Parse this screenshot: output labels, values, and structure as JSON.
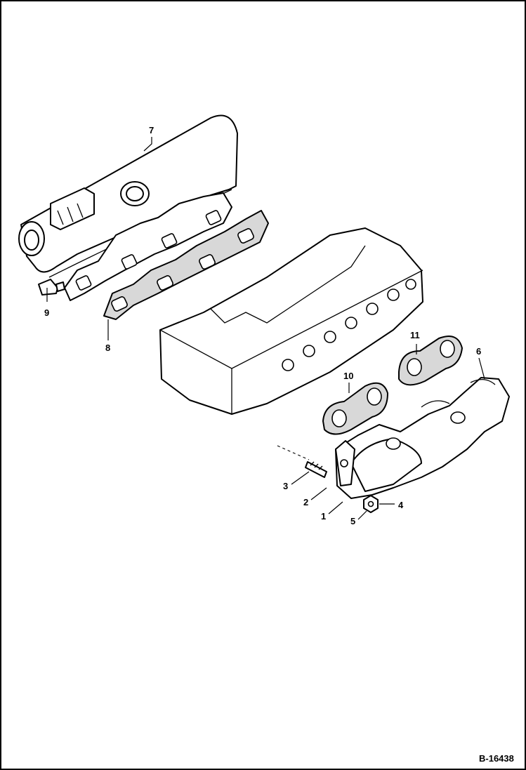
{
  "diagram": {
    "figure_code": "B-16438",
    "callouts": [
      "1",
      "2",
      "3",
      "4",
      "5",
      "6",
      "7",
      "8",
      "9",
      "10",
      "11"
    ]
  }
}
